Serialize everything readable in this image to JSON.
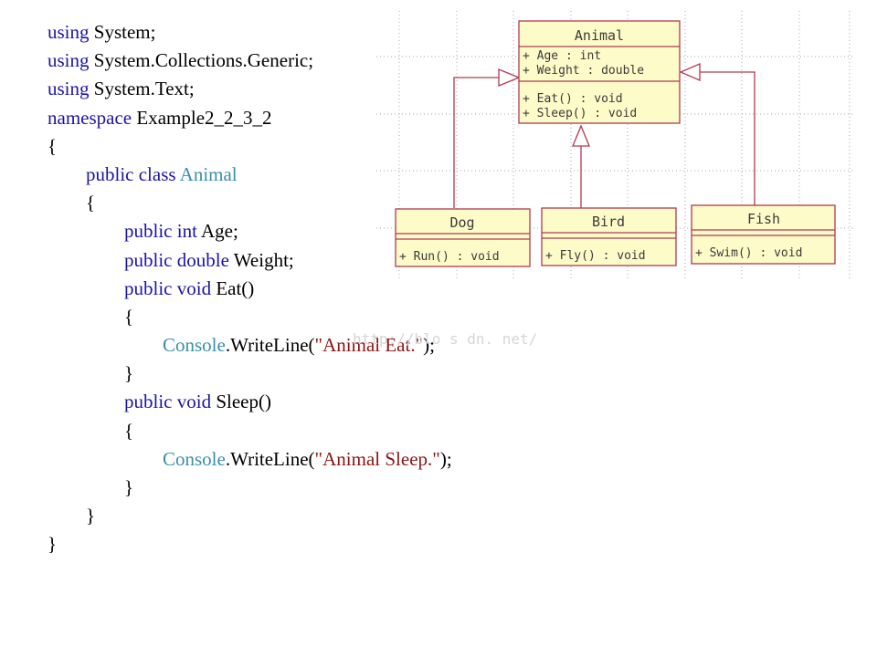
{
  "code": {
    "lines": [
      [
        {
          "t": "using",
          "c": "kw"
        },
        {
          "t": " System;",
          "c": "tx"
        }
      ],
      [
        {
          "t": "using",
          "c": "kw"
        },
        {
          "t": " System.Collections.Generic;",
          "c": "tx"
        }
      ],
      [
        {
          "t": "using",
          "c": "kw"
        },
        {
          "t": " System.Text;",
          "c": "tx"
        }
      ],
      [
        {
          "t": "namespace",
          "c": "kw"
        },
        {
          "t": " Example2_2_3_2",
          "c": "tx"
        }
      ],
      [
        {
          "t": "{",
          "c": "tx"
        }
      ],
      [
        {
          "t": "        ",
          "c": "tx"
        },
        {
          "t": "public class",
          "c": "kw"
        },
        {
          "t": " ",
          "c": "tx"
        },
        {
          "t": "Animal",
          "c": "ty"
        }
      ],
      [
        {
          "t": "        {",
          "c": "tx"
        }
      ],
      [
        {
          "t": "                ",
          "c": "tx"
        },
        {
          "t": "public int",
          "c": "kw"
        },
        {
          "t": " Age;",
          "c": "tx"
        }
      ],
      [
        {
          "t": "                ",
          "c": "tx"
        },
        {
          "t": "public double",
          "c": "kw"
        },
        {
          "t": " Weight;",
          "c": "tx"
        }
      ],
      [
        {
          "t": "                ",
          "c": "tx"
        },
        {
          "t": "public void",
          "c": "kw"
        },
        {
          "t": " Eat()",
          "c": "tx"
        }
      ],
      [
        {
          "t": "                {",
          "c": "tx"
        }
      ],
      [
        {
          "t": "                        ",
          "c": "tx"
        },
        {
          "t": "Console",
          "c": "ty"
        },
        {
          "t": ".WriteLine(",
          "c": "tx"
        },
        {
          "t": "\"Animal Eat.\"",
          "c": "str"
        },
        {
          "t": ");",
          "c": "tx"
        }
      ],
      [
        {
          "t": "                }",
          "c": "tx"
        }
      ],
      [
        {
          "t": "                ",
          "c": "tx"
        },
        {
          "t": "public void",
          "c": "kw"
        },
        {
          "t": " Sleep()",
          "c": "tx"
        }
      ],
      [
        {
          "t": "                {",
          "c": "tx"
        }
      ],
      [
        {
          "t": "                        ",
          "c": "tx"
        },
        {
          "t": "Console",
          "c": "ty"
        },
        {
          "t": ".WriteLine(",
          "c": "tx"
        },
        {
          "t": "\"Animal Sleep.\"",
          "c": "str"
        },
        {
          "t": ");",
          "c": "tx"
        }
      ],
      [
        {
          "t": "                }",
          "c": "tx"
        }
      ],
      [
        {
          "t": "        }",
          "c": "tx"
        }
      ],
      [
        {
          "t": "}",
          "c": "tx"
        }
      ]
    ],
    "colors": {
      "kw": "#1b14a6",
      "ty": "#3a8fa8",
      "str": "#8a1414",
      "tx": "#000000"
    }
  },
  "uml": {
    "colors": {
      "box_fill": "#fdfbc8",
      "box_border": "#b03a52",
      "text": "#3b3b3b",
      "grid": "#a8a8a8"
    },
    "animal": {
      "name": "Animal",
      "attrs": [
        "+ Age : int",
        "+ Weight : double"
      ],
      "ops": [
        "+ Eat() : void",
        "+ Sleep() : void"
      ]
    },
    "dog": {
      "name": "Dog",
      "ops": [
        "+ Run() : void"
      ]
    },
    "bird": {
      "name": "Bird",
      "ops": [
        "+ Fly() : void"
      ]
    },
    "fish": {
      "name": "Fish",
      "ops": [
        "+ Swim() : void"
      ]
    }
  },
  "watermark": "http://blo   s dn. net/"
}
